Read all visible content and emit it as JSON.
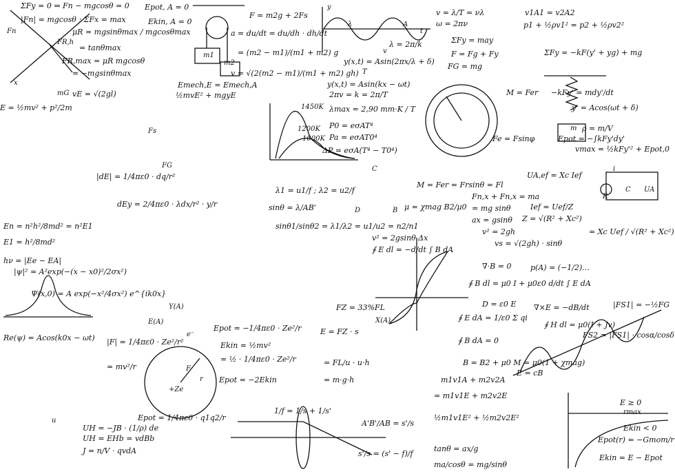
{
  "formulas": [
    "ΣFy = 0 ⇒ Fn − mgcosθ = 0",
    "|Fn| = mgcosθ ; ΣFx = max",
    "μR = mgsinθmax / mgcosθmax",
    "= tanθmax",
    "FR,max = μR mgcosθ",
    "= −mgsinθmax",
    "Epot, A = 0",
    "Ekin, A = 0",
    "F = m2g + 2Fs",
    "a = du/dt = du/dh · dh/dt",
    "= (m2 − m1)/(m1 + m2) g",
    "v = √(2(m2 − m1)/(m1 + m2) gh)",
    "Emech,E = Emech,A",
    "vE = √(2gl)",
    "½mvE² + mgyE",
    "λ = 2π/k",
    "y(x,t) = Asin(2πx/λ + δ)",
    "y(x,t) = Asin(kx − ωt)",
    "2πv = k = 2π/T",
    "λmax = 2,90 mm·K / T",
    "P0 = eσAT⁴",
    "Pa = eσAT0⁴",
    "ΔP = eσA(T⁴ − T0⁴)",
    "v = λ/T = νλ",
    "ω = 2πν",
    "ΣFy = may",
    "F = Fg + Fy",
    "FG = mg",
    "M = Fer",
    "Fe = Fsinφ",
    "v1A1 = v2A2",
    "p1 + ½ρv1² = p2 + ½ρv2²",
    "ΣFy = −kF(y' + yg) + mg",
    "y' = Acos(ωt + δ)",
    "Epot = −∫kFy'dy'",
    "vmax = ½kFy'² + Epot,0",
    "E = ½mv² + p²/2m",
    "E1 = h²/8md²",
    "hν = |Ee − EA|",
    "En = n²h²/8md² = n²E1",
    "|dE| = 1/4πε0 · dq/r²",
    "dEy = 2/4πε0 · λdx/r² · y/r",
    "λ1 = u1/f ; λ2 = u2/f",
    "sinθ = λ/AB'",
    "sinθ1/sinθ2 = λ1/λ2 = u1/u2 = n2/n1",
    "M = Fer = Frsinθ = Fl",
    "Fn,x + Fn,x = ma",
    "= mg sinθ",
    "ax = gsinθ",
    "v² = 2gsinθ Δx",
    "v² = 2gh",
    "vs = √(2gh) · sinθ",
    "Ief = Uef/Z",
    "Z = √(R² + Xc²)",
    "UA,ef = Xc Ief",
    "= Xc Uef / √(R² + Xc²)",
    "∮ E dl = −d/dt ∫ B dA",
    "∇·B = 0",
    "∮ B dl = μ0 I + μ0ε0 d/dt ∫ E dA",
    "∮ E dA = 1/ε0 Σ qi",
    "∮ B dA = 0",
    "D = ε0 E",
    "∇×E = −dB/dt",
    "∮ H dl = μ0(I + Jv)",
    "B = B2 + μ0 M = μ0(1 + χmag)",
    "E = cB",
    "|ψ|² = A²exp(−(x − x0)²/2σx²)",
    "Ψ(x,0) = A exp(−x²/4σx²) e^{ik0x}",
    "Re(ψ) = Acos(k0x − ωt)",
    "|F| = 1/4πε0 · Ze²/r²",
    "= mv²/r",
    "Epot = −1/4πε0 · Ze²/r",
    "Ekin = ½mv²",
    "= ½ · 1/4πε0 · Ze²/r",
    "Epot = −2Ekin",
    "Epot = 1/4πε0 · q1q2/r",
    "UH = −JB · (1/ρ) de",
    "UH = EHb = vdBb",
    "J = n/V · qvdA",
    "1/f = 1/s + 1/s'",
    "A'B'/AB = s'/s",
    "s'/s = (s' − f)/f",
    "FZ = 33%FL",
    "E = FZ · s",
    "= FL/u · u·h",
    "= m·g·h",
    "m1v1A + m2v2A",
    "= m1v1E + m2v2E",
    "½m1v1E² + ½m2v2E²",
    "tanθ = ax/g",
    "ma/cosθ = mg/sinθ",
    "|FS1| = −½FG",
    "FS2 = |FS1| · cosα/cosδ",
    "μ = χmag B2/μ0",
    "p(A) = (−1/2)...",
    "Ekin = E − Epot",
    "Epot(r) = −Gmom/r",
    "E ≥ 0",
    "Ekin < 0",
    "ρ = m/V",
    "−kFy' = mdy'/dt"
  ],
  "labels": [
    "Fn",
    "FR,h",
    "mG",
    "m1",
    "m2",
    "FG",
    "Fs",
    "e⁻",
    "+Ze",
    "F",
    "A",
    "B",
    "C",
    "D",
    "v",
    "λ",
    "T",
    "t",
    "x",
    "y",
    "r",
    "1450K",
    "1000K",
    "1200K",
    "X(A)",
    "Y(A)",
    "E(A)",
    "m",
    "u",
    "i",
    "R",
    "C",
    "UA",
    "rmax"
  ]
}
